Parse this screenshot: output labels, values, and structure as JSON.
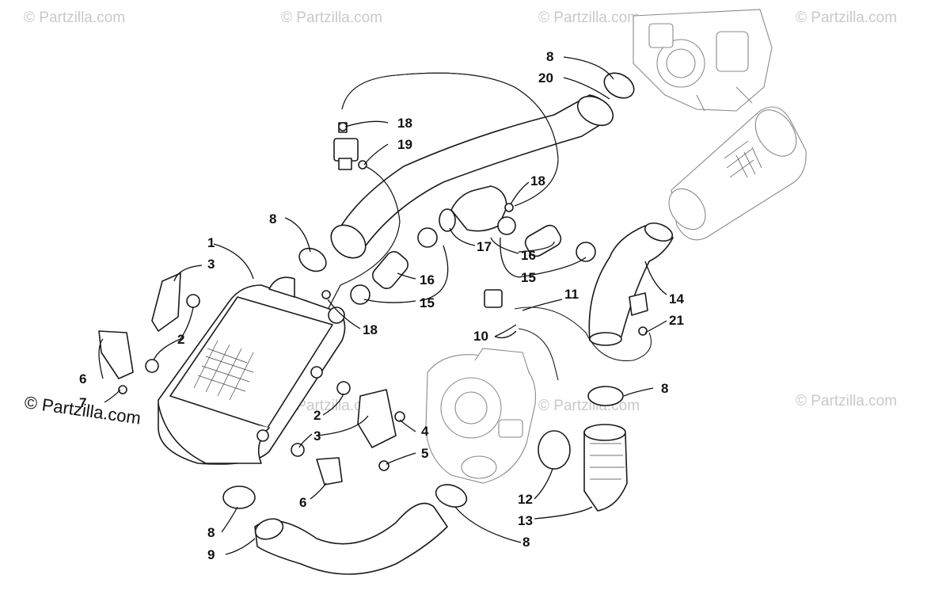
{
  "watermark": "© Partzilla.com",
  "copyright": "© Partzilla.com",
  "callouts": [
    "1",
    "2",
    "2",
    "3",
    "3",
    "4",
    "5",
    "6",
    "6",
    "7",
    "8",
    "8",
    "8",
    "8",
    "8",
    "9",
    "10",
    "11",
    "12",
    "13",
    "14",
    "15",
    "15",
    "16",
    "16",
    "17",
    "18",
    "18",
    "18",
    "19",
    "20",
    "21"
  ]
}
